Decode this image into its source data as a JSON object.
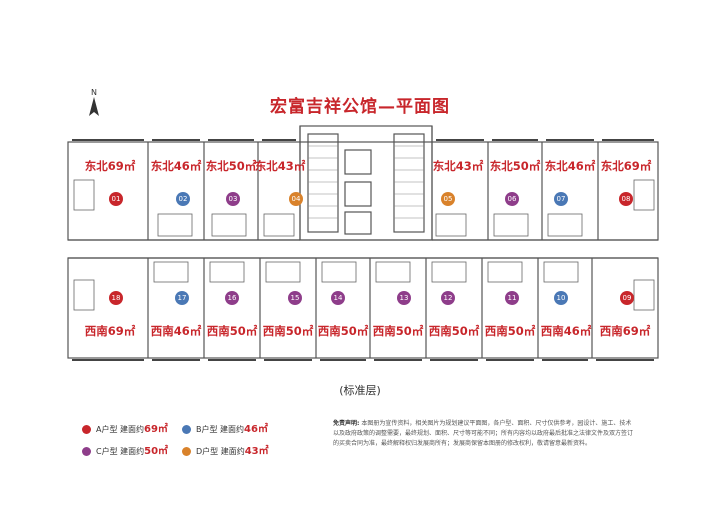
{
  "title": "宏富吉祥公馆—平面图",
  "floor_label": "(标准层)",
  "units_north": [
    {
      "no": "01",
      "label": "东北69㎡",
      "type": "A"
    },
    {
      "no": "02",
      "label": "东北46㎡",
      "type": "B"
    },
    {
      "no": "03",
      "label": "东北50㎡",
      "type": "C"
    },
    {
      "no": "04",
      "label": "东北43㎡",
      "type": "D"
    },
    {
      "no": "05",
      "label": "东北43㎡",
      "type": "D"
    },
    {
      "no": "06",
      "label": "东北50㎡",
      "type": "C"
    },
    {
      "no": "07",
      "label": "东北46㎡",
      "type": "B"
    },
    {
      "no": "08",
      "label": "东北69㎡",
      "type": "A"
    }
  ],
  "units_south": [
    {
      "no": "18",
      "label": "西南69㎡",
      "type": "A"
    },
    {
      "no": "17",
      "label": "西南46㎡",
      "type": "B"
    },
    {
      "no": "16",
      "label": "西南50㎡",
      "type": "C"
    },
    {
      "no": "15",
      "label": "西南50㎡",
      "type": "C"
    },
    {
      "no": "14",
      "label": "西南50㎡",
      "type": "C"
    },
    {
      "no": "13",
      "label": "西南50㎡",
      "type": "C"
    },
    {
      "no": "12",
      "label": "西南50㎡",
      "type": "C"
    },
    {
      "no": "11",
      "label": "西南50㎡",
      "type": "C"
    },
    {
      "no": "10",
      "label": "西南46㎡",
      "type": "B"
    },
    {
      "no": "09",
      "label": "西南69㎡",
      "type": "A"
    }
  ],
  "type_colors": {
    "A": "#c8262b",
    "B": "#4a78b5",
    "C": "#8e3d8a",
    "D": "#d9822b"
  },
  "legend": [
    {
      "type": "A",
      "label": "A户型  建面约",
      "area": "69㎡"
    },
    {
      "type": "B",
      "label": "B户型  建面约",
      "area": "46㎡"
    },
    {
      "type": "C",
      "label": "C户型  建面约",
      "area": "50㎡"
    },
    {
      "type": "D",
      "label": "D户型  建面约",
      "area": "43㎡"
    }
  ],
  "disclaimer": {
    "title": "免责声明:",
    "text": "本图册为宣传资料，相关图片为规划建议平面图，各户型、面积、尺寸仅供参考，园设计、施工、技术以及政府政策的调整需要，最终规划、面积、尺寸等可能不同；所有内容均以政府最后批准之法律文件及双方签订的买卖合同为准，最终解释权归发展商所有；发展商保留本图册的修改权利，敬请留意最新资料。"
  }
}
